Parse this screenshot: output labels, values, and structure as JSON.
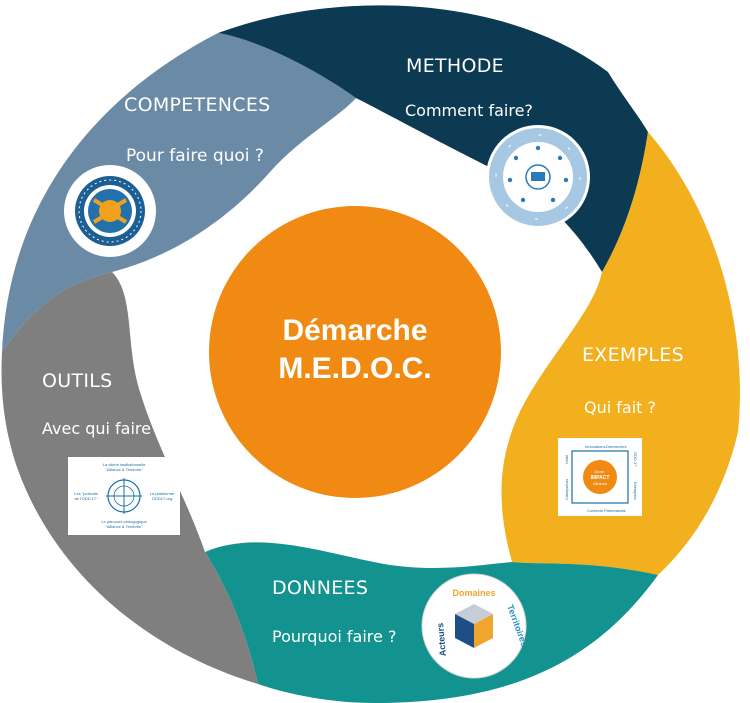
{
  "center": {
    "line1": "Démarche",
    "line2": "M.E.D.O.C."
  },
  "segments": [
    {
      "id": "competences",
      "title": "COMPETENCES",
      "subtitle": "Pour faire quoi ?",
      "color": "#6b8aa6"
    },
    {
      "id": "methode",
      "title": "METHODE",
      "subtitle": "Comment faire?",
      "color": "#0c3a52"
    },
    {
      "id": "exemples",
      "title": "EXEMPLES",
      "subtitle": "Qui fait ?",
      "color": "#f2b01e"
    },
    {
      "id": "donnees",
      "title": "DONNEES",
      "subtitle": "Pourquoi faire ?",
      "color": "#12938f"
    },
    {
      "id": "outils",
      "title": "OUTILS",
      "subtitle": "Avec qui faire ?",
      "color": "#7f7f7f"
    }
  ],
  "center_color": "#f08a12",
  "thumbnails": {
    "exemples": {
      "top_left": "Innovations",
      "top_right": "Démarches",
      "left_top": "Unité",
      "left_bottom": "Catalyseurs",
      "right_top": "ODD 17",
      "right_bottom": "Exemples",
      "bottom_left": "Contexte",
      "bottom_right": "Partenariats",
      "center_line1": "Donn.",
      "center_line2": "IMPACT",
      "center_line3": "Alliance"
    },
    "donnees": {
      "arc_top": "Domaines",
      "arc_right": "Territoires",
      "arc_left": "Acteurs"
    },
    "outils": {
      "top": "La vitrine institutionnelle",
      "top2": "\"Alliance & Territoire\"",
      "left": "Les \"portraits",
      "left2": "de l'ODD 17\"",
      "right": "La plateforme",
      "right2": "ODD17.org",
      "bottom": "Le parcours pédagogique",
      "bottom2": "\"Alliance & Territoire\""
    }
  }
}
